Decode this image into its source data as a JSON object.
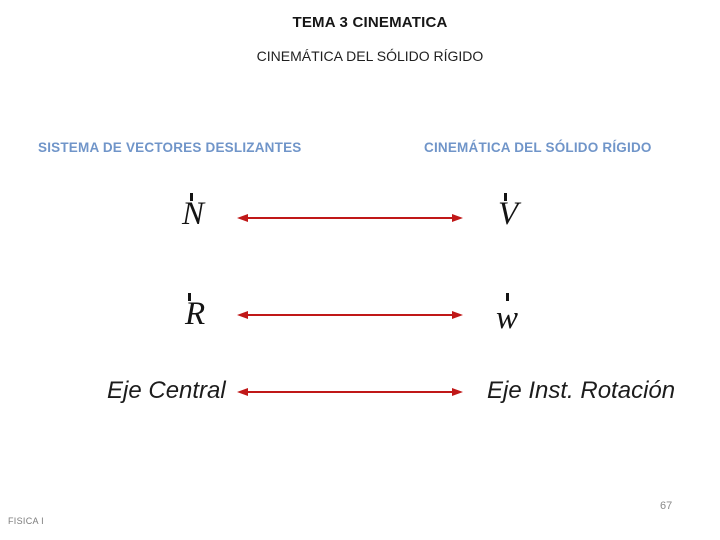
{
  "title": "TEMA 3 CINEMATICA",
  "subtitle": "CINEMÁTICA DEL SÓLIDO RÍGIDO",
  "left_header": "SISTEMA DE VECTORES DESLIZANTES",
  "right_header": "CINEMÁTICA DEL SÓLIDO RÍGIDO",
  "relations": [
    {
      "left": "N",
      "right": "V"
    },
    {
      "left": "R",
      "right": "w"
    },
    {
      "left": "Eje Central",
      "right": "Eje Inst. Rotación"
    }
  ],
  "footer": "FISICA I",
  "page_number": "67",
  "colors": {
    "header_blue": "#7095C9",
    "arrow_red": "#C01818",
    "text_dark": "#161616",
    "math_dark": "#141414",
    "footer_gray": "#7C7C7C"
  }
}
